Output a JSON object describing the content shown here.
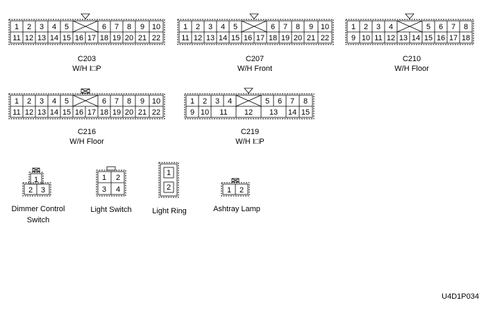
{
  "diagram_code": "U4D1P034",
  "connectors": [
    {
      "id": "c203",
      "code": "C203",
      "harness": "W/H I□P",
      "row1": [
        "1",
        "2",
        "3",
        "4",
        "5",
        "",
        "",
        "6",
        "7",
        "8",
        "9",
        "10"
      ],
      "row2": [
        "11",
        "12",
        "13",
        "14",
        "15",
        "16",
        "17",
        "18",
        "19",
        "20",
        "21",
        "22"
      ],
      "key": "triangle"
    },
    {
      "id": "c207",
      "code": "C207",
      "harness": "W/H Front",
      "row1": [
        "1",
        "2",
        "3",
        "4",
        "5",
        "",
        "",
        "6",
        "7",
        "8",
        "9",
        "10"
      ],
      "row2": [
        "11",
        "12",
        "13",
        "14",
        "15",
        "16",
        "17",
        "18",
        "19",
        "20",
        "21",
        "22"
      ],
      "key": "triangle"
    },
    {
      "id": "c210",
      "code": "C210",
      "harness": "W/H Floor",
      "row1": [
        "1",
        "2",
        "3",
        "4",
        "",
        "",
        "5",
        "6",
        "7",
        "8"
      ],
      "row2": [
        "9",
        "10",
        "11",
        "12",
        "13",
        "14",
        "15",
        "16",
        "17",
        "18"
      ],
      "key": "triangle"
    },
    {
      "id": "c216",
      "code": "C216",
      "harness": "W/H Floor",
      "row1": [
        "1",
        "2",
        "3",
        "4",
        "5",
        "",
        "",
        "6",
        "7",
        "8",
        "9",
        "10"
      ],
      "row2": [
        "11",
        "12",
        "13",
        "14",
        "15",
        "16",
        "17",
        "18",
        "19",
        "20",
        "21",
        "22"
      ],
      "key": "latch"
    },
    {
      "id": "c219",
      "code": "C219",
      "harness": "W/H I□P",
      "row1": [
        "1",
        "2",
        "3",
        "4",
        "",
        "",
        "5",
        "6",
        "7",
        "8"
      ],
      "row2": [
        "9",
        "10",
        "11",
        "12",
        "13",
        "14",
        "15"
      ],
      "key": "triangle"
    }
  ],
  "components": [
    {
      "id": "dimmer",
      "name_line1": "Dimmer Control",
      "name_line2": "Switch",
      "pins": [
        "1",
        "2",
        "3"
      ]
    },
    {
      "id": "light-switch",
      "name_line1": "Light Switch",
      "pins": [
        "1",
        "2",
        "3",
        "4"
      ]
    },
    {
      "id": "light-ring",
      "name_line1": "Light Ring",
      "pins": [
        "1",
        "2"
      ]
    },
    {
      "id": "ashtray",
      "name_line1": "Ashtray Lamp",
      "pins": [
        "1",
        "2"
      ]
    }
  ]
}
